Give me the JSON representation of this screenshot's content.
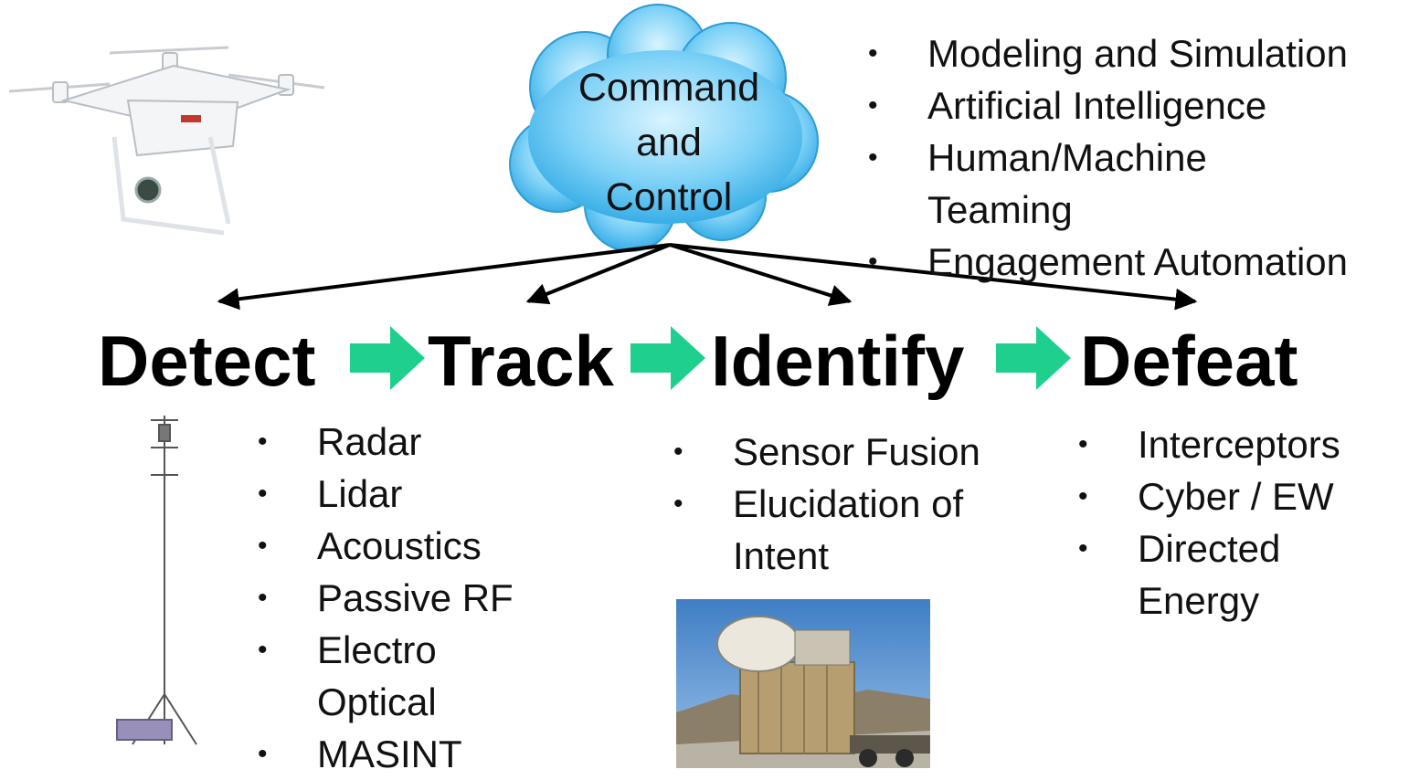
{
  "cloud": {
    "lines": [
      "Command",
      "and",
      "Control"
    ],
    "color": "#38b4ec"
  },
  "stages": [
    "Detect",
    "Track",
    "Identify",
    "Defeat"
  ],
  "stage_arrow_color": "#1fcf8e",
  "command_control_bullets": [
    "Modeling and Simulation",
    "Artificial Intelligence",
    "Human/Machine Teaming",
    "Engagement Automation"
  ],
  "detect_bullets": [
    "Radar",
    "Lidar",
    "Acoustics",
    "Passive RF",
    "Electro Optical",
    "MASINT"
  ],
  "identify_bullets": [
    "Sensor Fusion",
    "Elucidation of Intent"
  ],
  "defeat_bullets": [
    "Interceptors",
    "Cyber / EW",
    "Directed Energy"
  ],
  "images": [
    "quadcopter-drone",
    "sensor-mast-tripod",
    "radar-truck-photo"
  ]
}
